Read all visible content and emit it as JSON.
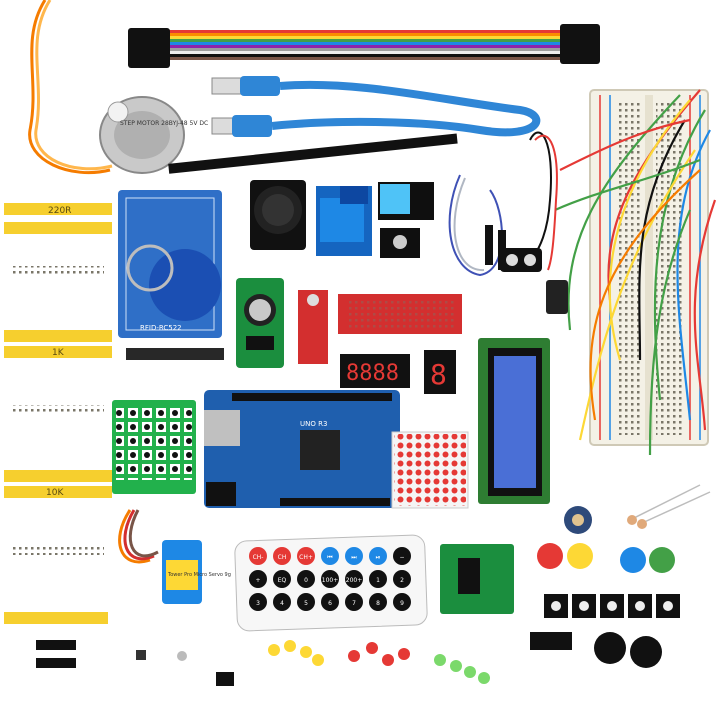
{
  "labels": {
    "resistor_220": "220R",
    "resistor_1k": "1K",
    "resistor_10k": "10K",
    "stepper_motor": "STEP MOTOR 28BYJ-48 5V DC",
    "rfid_board": "RFID-RC522",
    "uno_board": "UNO R3",
    "servo": "Tower Pro Micro Servo 9g",
    "remote_keys": [
      "CH-",
      "CH",
      "CH+",
      "⏮",
      "⏭",
      "⏯",
      "−",
      "+",
      "EQ",
      "0",
      "100+",
      "200+",
      "1",
      "2",
      "3",
      "4",
      "5",
      "6",
      "7",
      "8",
      "9"
    ]
  },
  "colors": {
    "breadboard": "#f4f1e6",
    "uno_blue": "#1f5fae",
    "tape_yellow": "#f6cf2e",
    "cable_blue": "#2f86d6",
    "keypad_green": "#22b14c",
    "lcd_blue": "#4a6fd6"
  }
}
